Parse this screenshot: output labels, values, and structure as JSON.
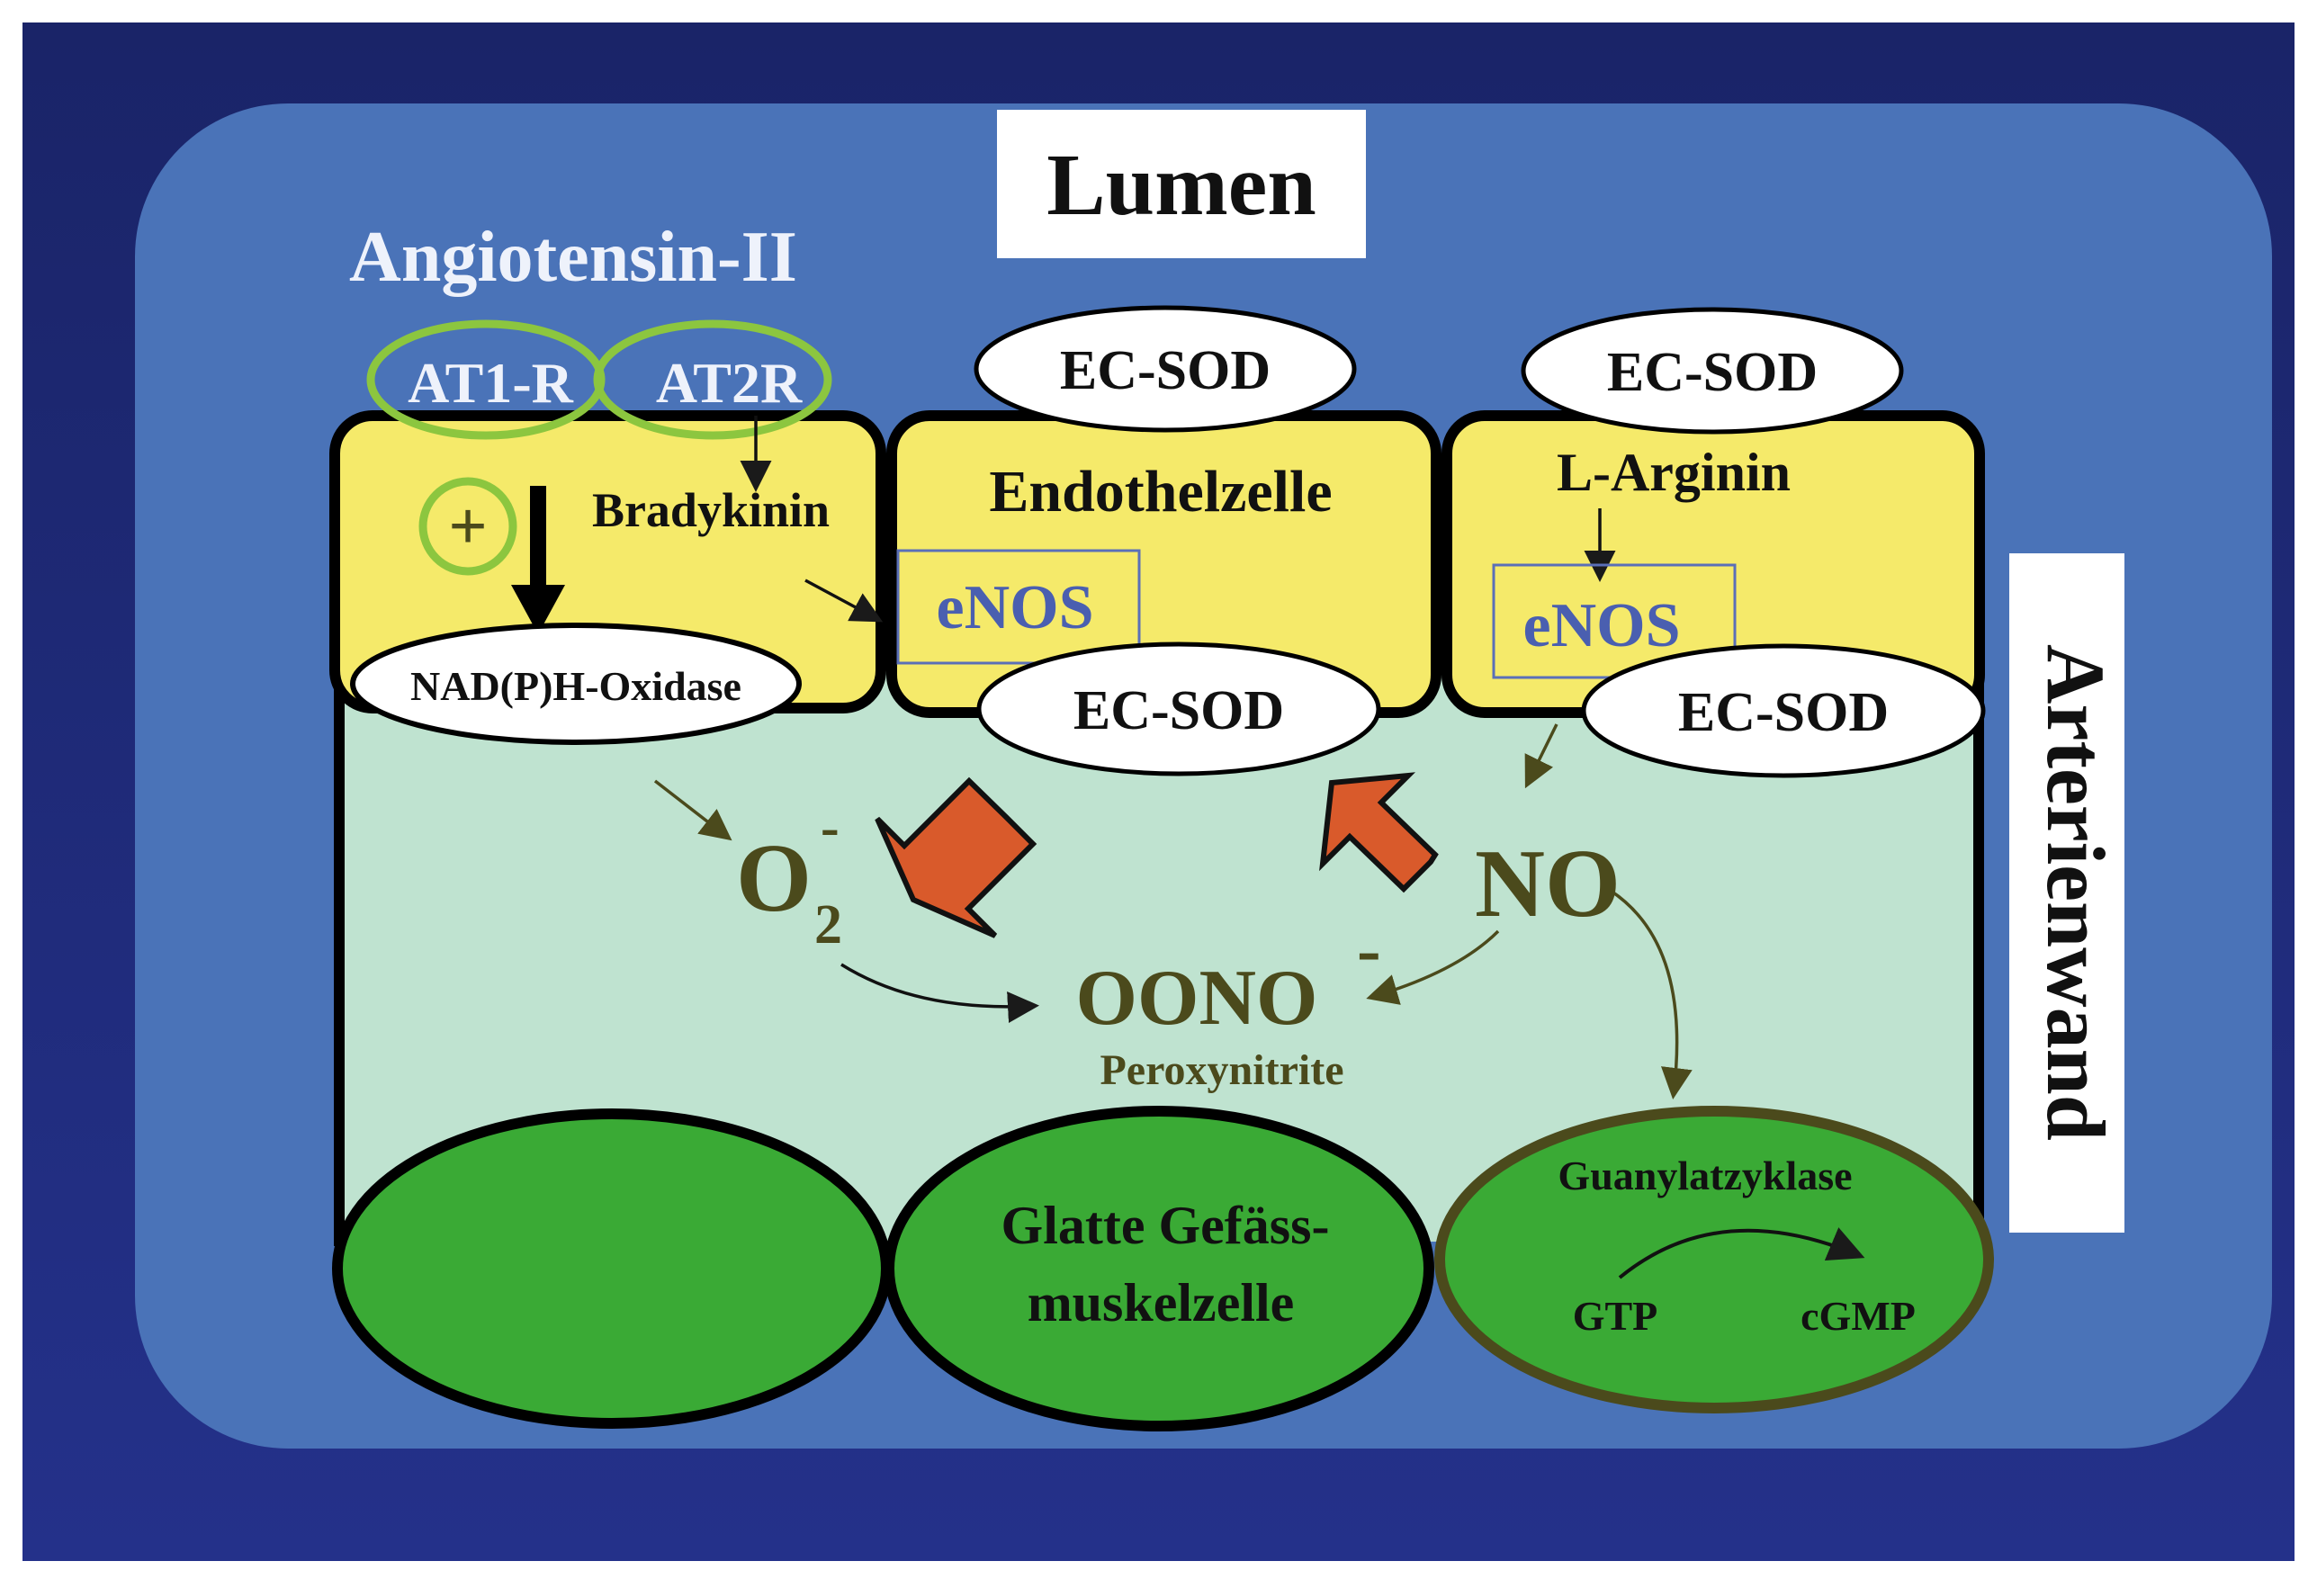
{
  "labels": {
    "lumen": "Lumen",
    "arterienwand": "Arterienwand",
    "angiotensin": "Angiotensin-II",
    "at1r": "AT1-R",
    "at2r": "AT2R",
    "plus_sign": "+",
    "bradykinin": "Bradykinin",
    "nadph_oxidase": "NAD(P)H-Oxidase",
    "endothelzelle": "Endothelzelle",
    "l_arginin": "L-Arginin",
    "enos_1": "eNOS",
    "enos_2": "eNOS",
    "ecsod_top_1": "EC-SOD",
    "ecsod_top_2": "EC-SOD",
    "ecsod_bottom_1": "EC-SOD",
    "ecsod_bottom_2": "EC-SOD",
    "o2": "O",
    "o2_subscript": "2",
    "o2_charge": "-",
    "no": "NO",
    "oono": "OONO",
    "oono_charge": "-",
    "peroxynitrite": "Peroxynitrite",
    "smooth_muscle_line1": "Glatte Gefäss-",
    "smooth_muscle_line2": "muskelzelle",
    "guanylatzyklase": "Guanylatzyklase",
    "gtp": "GTP",
    "cgmp": "cGMP"
  },
  "colors": {
    "background_dark": "#1e2a6e",
    "panel_blue": "#4a73b8",
    "endothelium_yellow": "#f5ea6a",
    "wall_mint": "#bfe3d0",
    "muscle_green": "#3aaa35",
    "receptor_ring": "#8cc63f",
    "enos_text": "#4a5fb0",
    "olive_text": "#4b4a1c",
    "orange_arrow": "#d95a2b"
  }
}
